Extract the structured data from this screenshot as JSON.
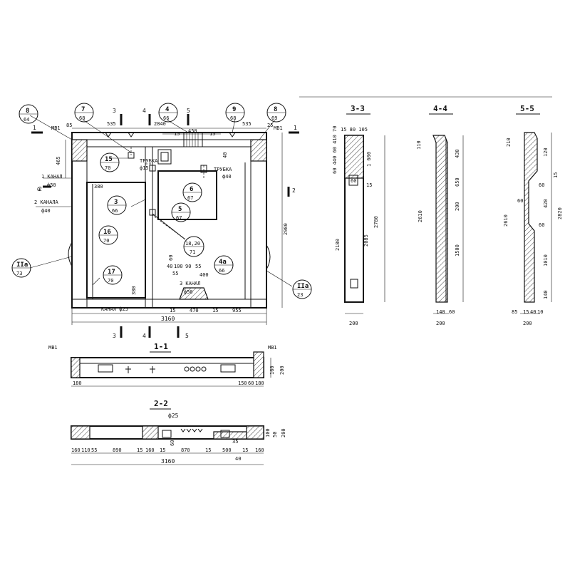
{
  "plan": {
    "callouts": [
      {
        "num": "8",
        "sub": "64"
      },
      {
        "num": "7",
        "sub": "68"
      },
      {
        "num": "4",
        "sub": "66"
      },
      {
        "num": "9",
        "sub": "68"
      },
      {
        "num": "8",
        "sub": "69"
      },
      {
        "num": "15",
        "sub": "70"
      },
      {
        "num": "3",
        "sub": "66"
      },
      {
        "num": "6",
        "sub": "67"
      },
      {
        "num": "5",
        "sub": "67"
      },
      {
        "num": "16",
        "sub": "70"
      },
      {
        "num": "18,20",
        "sub": "71"
      },
      {
        "num": "17",
        "sub": "70"
      },
      {
        "num": "4a",
        "sub": "66"
      },
      {
        "num": "IIa",
        "sub": "73"
      },
      {
        "num": "IIa",
        "sub": "23"
      }
    ],
    "section_marks": {
      "s1": "1",
      "s2": "2",
      "s3": "3",
      "s4": "4",
      "s5": "5"
    },
    "labels": {
      "mb_left": "МВ1",
      "mb_right": "МВ1",
      "tube1": "ТРУБКА",
      "tube1_d": "ф15",
      "tube2": "ТРУБКА",
      "tube2_d": "ф40",
      "chan1": "1 КАНАЛ",
      "chan1_d": "ф50",
      "chan2": "2 КАНАЛА",
      "chan2_d": "ф40",
      "chan3": "3 КАНАЛ",
      "chan3_d": "ф50",
      "chan4": "КАНАЛ ф25",
      "zero": "0"
    },
    "dims": {
      "top_total": "2840",
      "top_left": "535",
      "top_right": "535",
      "top_15a": "15",
      "top_450": "450",
      "top_15b": "15",
      "top_25": "25",
      "top_85": "85",
      "d465": "465",
      "d380": "380",
      "d380b": "380",
      "d40": "40",
      "d60": "60",
      "d2980": "2980",
      "row_40": "40",
      "row_100": "100",
      "row_90": "90",
      "row_55": "55",
      "row_55b": "55",
      "row_400": "400",
      "b_15a": "15",
      "b_470": "470",
      "b_15b": "15",
      "b_955": "955",
      "b_total": "3160"
    }
  },
  "section_1_1": {
    "title": "1-1",
    "mb_left": "МВ1",
    "mb_right": "МВ1",
    "d_left": "180",
    "d_150": "150",
    "d_60": "60",
    "d_160": "180",
    "v_160": "160",
    "v_200": "200"
  },
  "section_2_2": {
    "title": "2-2",
    "pipe": "ф25",
    "d": [
      "160",
      "110",
      "55",
      "890",
      "15",
      "160",
      "15",
      "870",
      "15",
      "500",
      "15",
      "160"
    ],
    "d_60": "60",
    "d_35": "35",
    "d_40": "40",
    "total": "3160",
    "v_100": "100",
    "v_50": "50",
    "v_200": "200"
  },
  "section_3_3": {
    "title": "3-3",
    "top_dims": "15 80 105",
    "left_stack": "60 440 60 410 70",
    "v_1600": "1 600",
    "v_60": "60",
    "v_15": "15",
    "v_2780": "2780",
    "v_2180": "2180",
    "v_2085": "2085",
    "w_200": "200"
  },
  "section_4_4": {
    "title": "4-4",
    "v_110": "110",
    "v_430": "430",
    "v_650": "650",
    "v_200": "200",
    "v_2610": "2610",
    "v_1500": "1500",
    "b_140": "140",
    "b_60": "60",
    "w_200": "200"
  },
  "section_5_5": {
    "title": "5-5",
    "v_210": "210",
    "v_120": "120",
    "v_15": "15",
    "v_60a": "60",
    "v_60b": "60",
    "v_420": "420",
    "v_2610": "2610",
    "v_2820": "2820",
    "v_60c": "60",
    "v_1010": "1010",
    "v_140": "140",
    "b_85": "85",
    "b_15": "15",
    "b_40": "40",
    "b_10": "10",
    "w_200": "200"
  }
}
